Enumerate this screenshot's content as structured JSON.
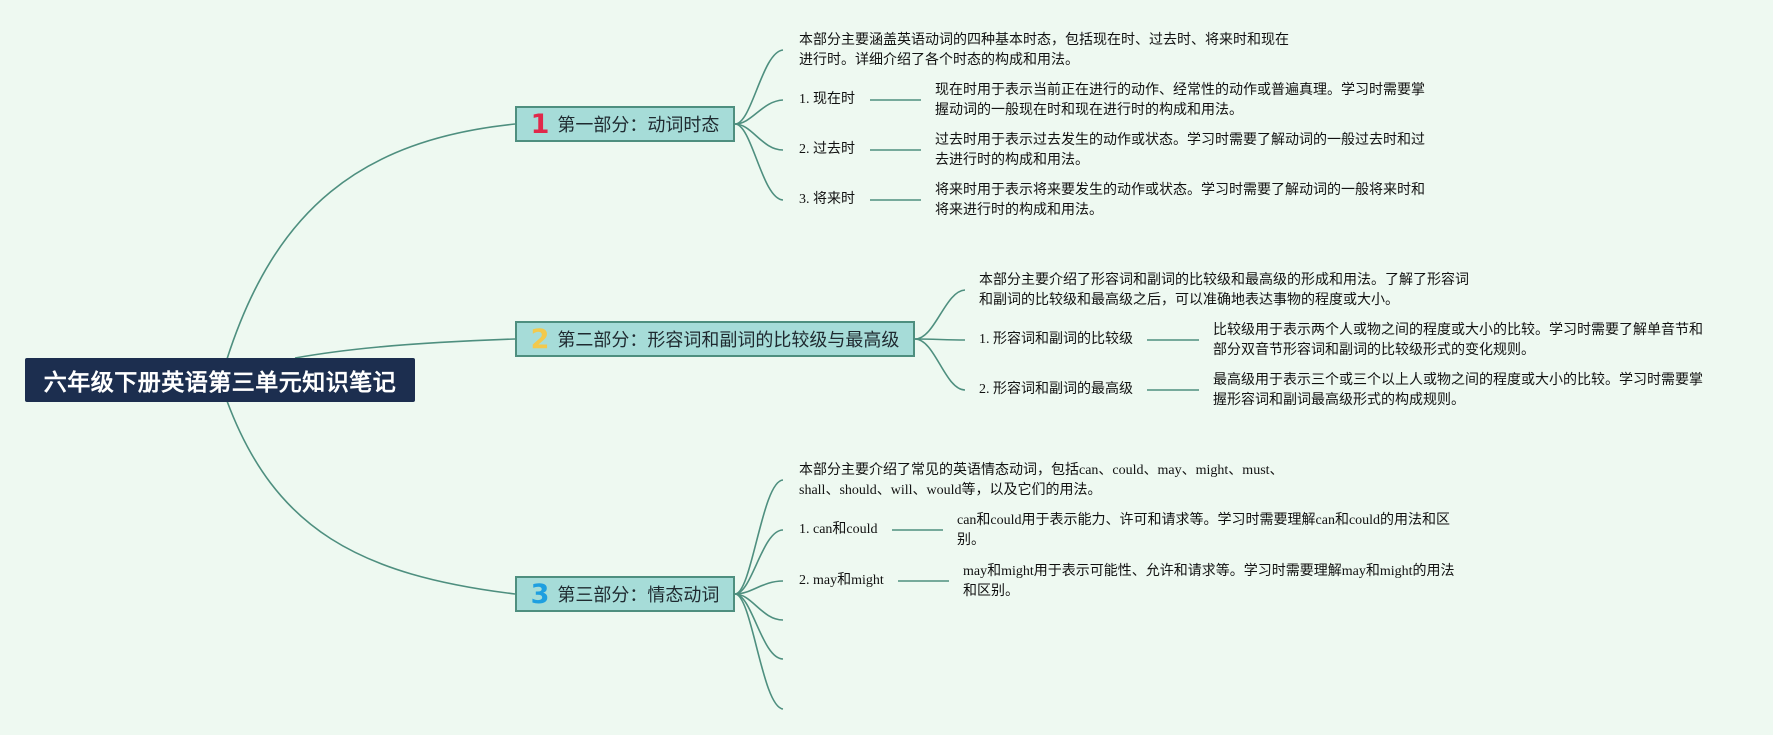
{
  "root": {
    "title": "六年级下册英语第三单元知识笔记"
  },
  "colors": {
    "background": "#eef9f1",
    "root_fill": "#1c2e4f",
    "topic_fill": "#a6dcd8",
    "topic_border": "#4e8f7f",
    "link": "#4e8f7f",
    "marker_1": "#e0284a",
    "marker_2": "#f2c94c",
    "marker_3": "#1e9fe0"
  },
  "parts": [
    {
      "number": "1",
      "title": "第一部分：动词时态",
      "summary": "本部分主要涵盖英语动词的四种基本时态，包括现在时、过去时、将来时和现在进行时。详细介绍了各个时态的构成和用法。",
      "items": [
        {
          "label": "1. 现在时",
          "detail": "现在时用于表示当前正在进行的动作、经常性的动作或普遍真理。学习时需要掌握动词的一般现在时和现在进行时的构成和用法。"
        },
        {
          "label": "2. 过去时",
          "detail": "过去时用于表示过去发生的动作或状态。学习时需要了解动词的一般过去时和过去进行时的构成和用法。"
        },
        {
          "label": "3. 将来时",
          "detail": "将来时用于表示将来要发生的动作或状态。学习时需要了解动词的一般将来时和将来进行时的构成和用法。"
        }
      ]
    },
    {
      "number": "2",
      "title": "第二部分：形容词和副词的比较级与最高级",
      "summary": "本部分主要介绍了形容词和副词的比较级和最高级的形成和用法。了解了形容词和副词的比较级和最高级之后，可以准确地表达事物的程度或大小。",
      "items": [
        {
          "label": "1. 形容词和副词的比较级",
          "detail": "比较级用于表示两个人或物之间的程度或大小的比较。学习时需要了解单音节和部分双音节形容词和副词的比较级形式的变化规则。"
        },
        {
          "label": "2. 形容词和副词的最高级",
          "detail": "最高级用于表示三个或三个以上人或物之间的程度或大小的比较。学习时需要掌握形容词和副词最高级形式的构成规则。"
        }
      ]
    },
    {
      "number": "3",
      "title": "第三部分：情态动词",
      "summary": "本部分主要介绍了常见的英语情态动词，包括can、could、may、might、must、shall、should、will、would等，以及它们的用法。",
      "items": [
        {
          "label": "1. can和could",
          "detail": "can和could用于表示能力、许可和请求等。学习时需要理解can和could的用法和区别。"
        },
        {
          "label": "2. may和might",
          "detail": "may和might用于表示可能性、允许和请求等。学习时需要理解may和might的用法和区别。"
        }
      ]
    }
  ]
}
